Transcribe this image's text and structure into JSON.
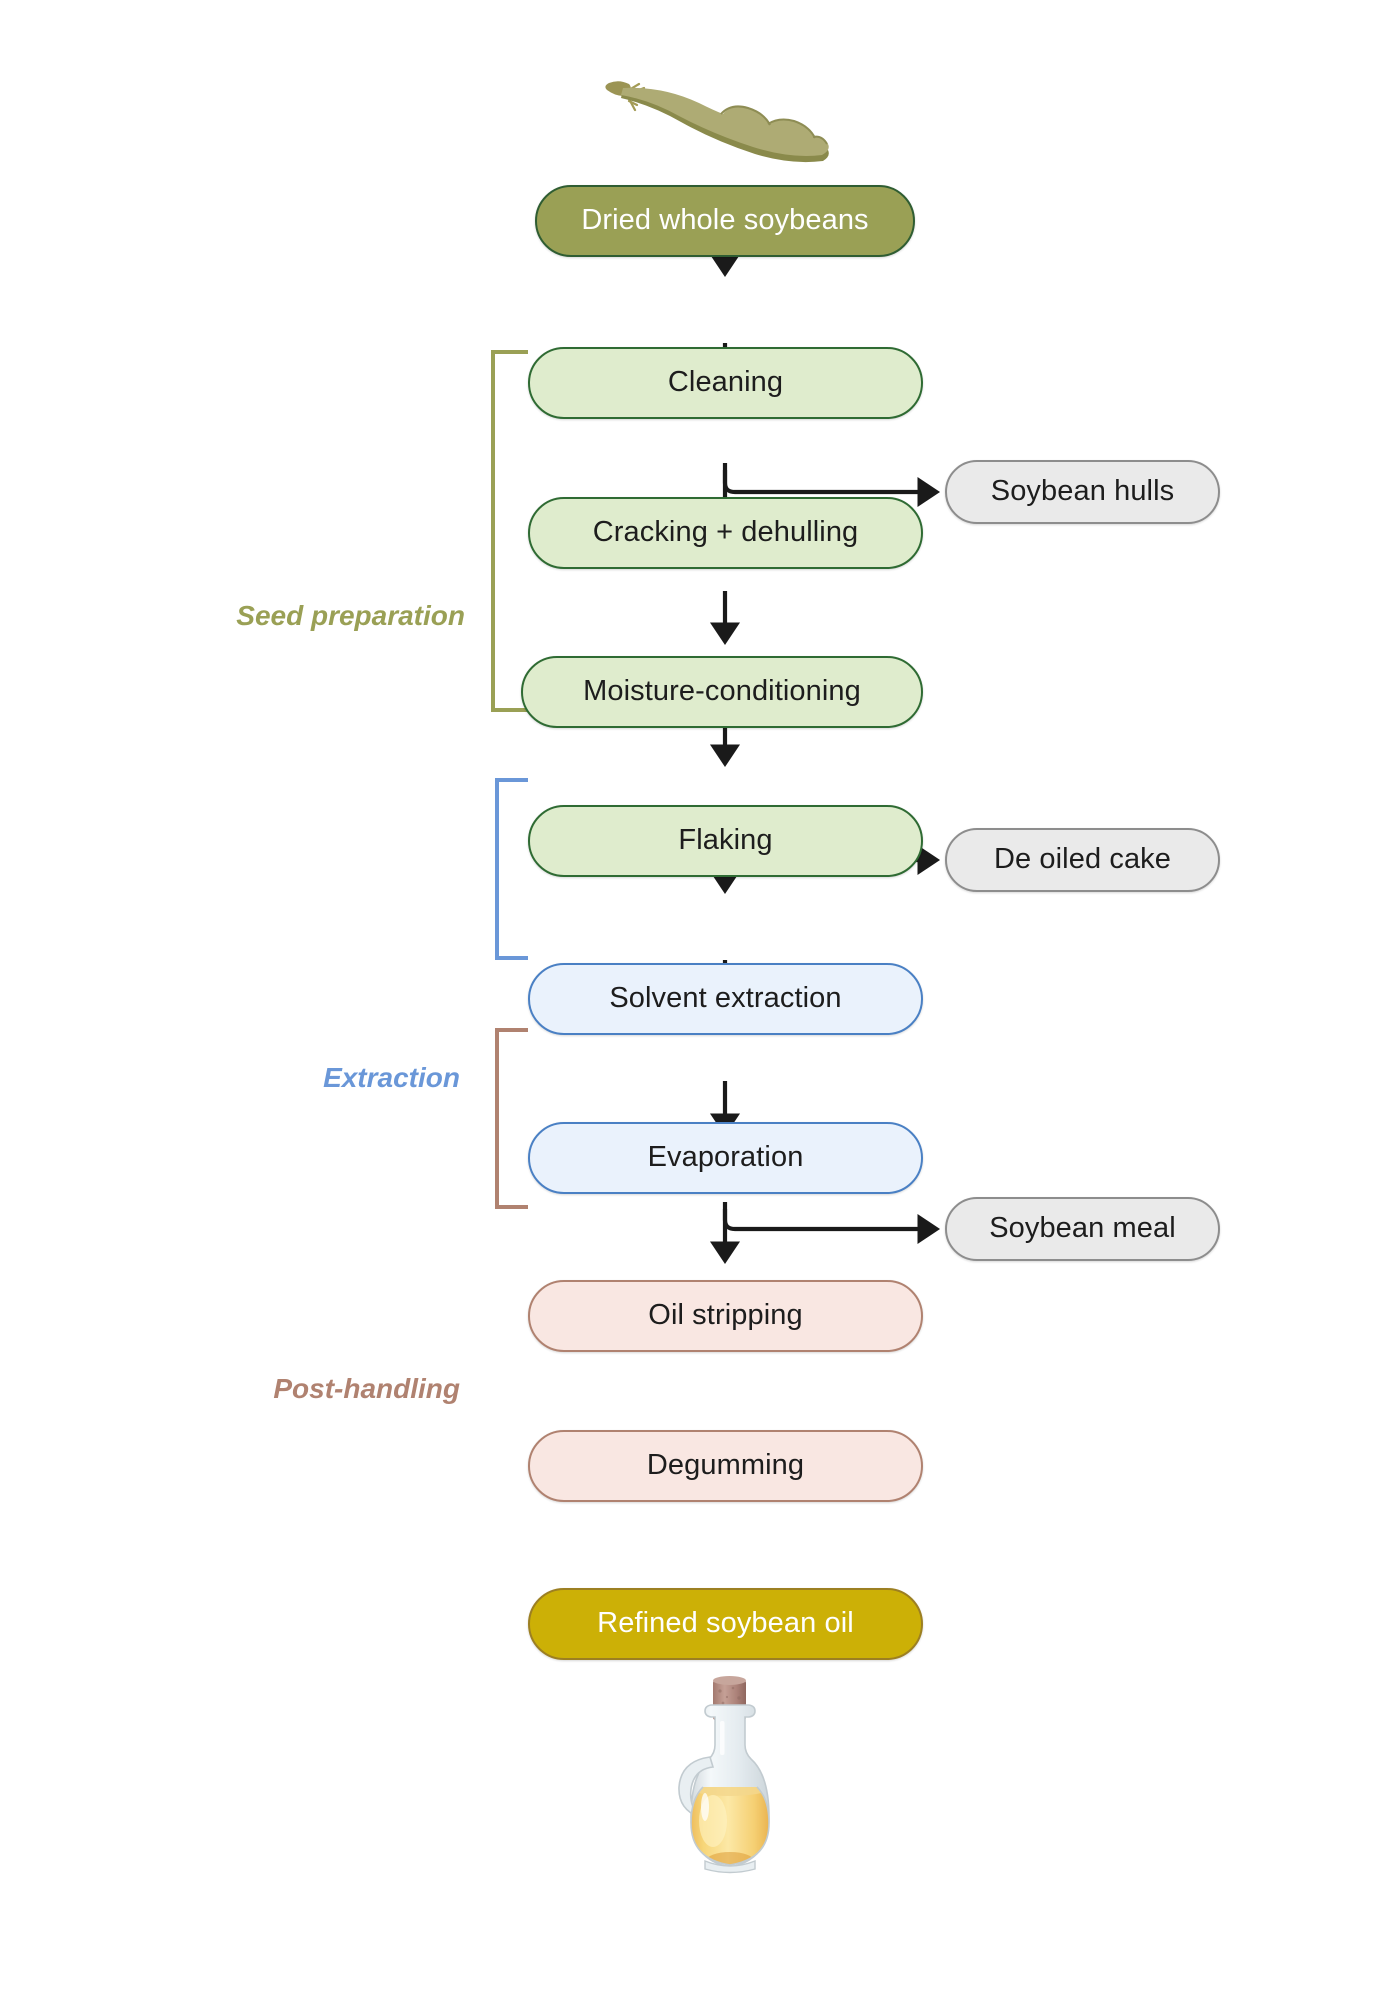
{
  "diagram": {
    "title": "Soybean oil processing flowchart",
    "background": "#ffffff"
  },
  "illustrations": [
    {
      "name": "soybean-pod-illustration",
      "label": "soybean pod"
    },
    {
      "name": "oil-bottle-illustration",
      "label": "oil cruet bottle"
    }
  ],
  "groups": [
    {
      "id": "seed-preparation",
      "label": "Seed preparation",
      "color": "#9aa055"
    },
    {
      "id": "extraction",
      "label": "Extraction",
      "color": "#6a97d8"
    },
    {
      "id": "post-handling",
      "label": "Post-handling",
      "color": "#b08270"
    }
  ],
  "nodes": [
    {
      "id": "dried-whole-soybeans",
      "label": "Dried whole soybeans",
      "style": "start",
      "fill": "#9aa055",
      "stroke": "#2f5d32",
      "text": "#ffffff"
    },
    {
      "id": "cleaning",
      "label": "Cleaning",
      "style": "green",
      "fill": "#dfeccd",
      "stroke": "#2f6b33",
      "text": "#1d1d1d"
    },
    {
      "id": "cracking-dehulling",
      "label": "Cracking + dehulling",
      "style": "green",
      "fill": "#dfeccd",
      "stroke": "#2f6b33",
      "text": "#1d1d1d"
    },
    {
      "id": "moisture-conditioning",
      "label": "Moisture-conditioning",
      "style": "green",
      "fill": "#dfeccd",
      "stroke": "#2f6b33",
      "text": "#1d1d1d"
    },
    {
      "id": "flaking",
      "label": "Flaking",
      "style": "green",
      "fill": "#dfeccd",
      "stroke": "#2f6b33",
      "text": "#1d1d1d"
    },
    {
      "id": "solvent-extraction",
      "label": "Solvent extraction",
      "style": "blue",
      "fill": "#eaf2fc",
      "stroke": "#4a80c4",
      "text": "#1d1d1d"
    },
    {
      "id": "evaporation",
      "label": "Evaporation",
      "style": "blue",
      "fill": "#eaf2fc",
      "stroke": "#4a80c4",
      "text": "#1d1d1d"
    },
    {
      "id": "oil-stripping",
      "label": "Oil stripping",
      "style": "pink",
      "fill": "#f9e7e2",
      "stroke": "#b08270",
      "text": "#1d1d1d"
    },
    {
      "id": "degumming",
      "label": "Degumming",
      "style": "pink",
      "fill": "#f9e7e2",
      "stroke": "#b08270",
      "text": "#1d1d1d"
    },
    {
      "id": "refined-soybean-oil",
      "label": "Refined soybean oil",
      "style": "gold",
      "fill": "#ccb006",
      "stroke": "#9c7f22",
      "text": "#ffffff"
    }
  ],
  "byproducts": [
    {
      "id": "soybean-hulls",
      "label": "Soybean hulls",
      "from": "cracking-dehulling",
      "style": "grey"
    },
    {
      "id": "de-oiled-cake",
      "label": "De oiled cake",
      "from": "solvent-extraction",
      "style": "grey"
    },
    {
      "id": "soybean-meal",
      "label": "Soybean meal",
      "from": "degumming",
      "style": "grey"
    }
  ],
  "edges": [
    {
      "from": "dried-whole-soybeans",
      "to": "cleaning",
      "kind": "arrow-down"
    },
    {
      "from": "cleaning",
      "to": "cracking-dehulling",
      "kind": "arrow-down"
    },
    {
      "from": "cracking-dehulling",
      "to": "moisture-conditioning",
      "kind": "arrow-down"
    },
    {
      "from": "cracking-dehulling",
      "to": "soybean-hulls",
      "kind": "branch-right"
    },
    {
      "from": "moisture-conditioning",
      "to": "flaking",
      "kind": "arrow-down"
    },
    {
      "from": "flaking",
      "to": "solvent-extraction",
      "kind": "arrow-down"
    },
    {
      "from": "solvent-extraction",
      "to": "evaporation",
      "kind": "arrow-down"
    },
    {
      "from": "solvent-extraction",
      "to": "de-oiled-cake",
      "kind": "branch-right"
    },
    {
      "from": "evaporation",
      "to": "oil-stripping",
      "kind": "arrow-down"
    },
    {
      "from": "oil-stripping",
      "to": "degumming",
      "kind": "arrow-down"
    },
    {
      "from": "degumming",
      "to": "refined-soybean-oil",
      "kind": "arrow-down"
    },
    {
      "from": "degumming",
      "to": "soybean-meal",
      "kind": "branch-right"
    }
  ],
  "colors": {
    "arrow": "#1a1a1a",
    "seed_bracket": "#9aa055",
    "extraction_bracket": "#6a97d8",
    "post_bracket": "#b08270",
    "grey_fill": "#eaeaea",
    "grey_stroke": "#8d8d8d"
  }
}
